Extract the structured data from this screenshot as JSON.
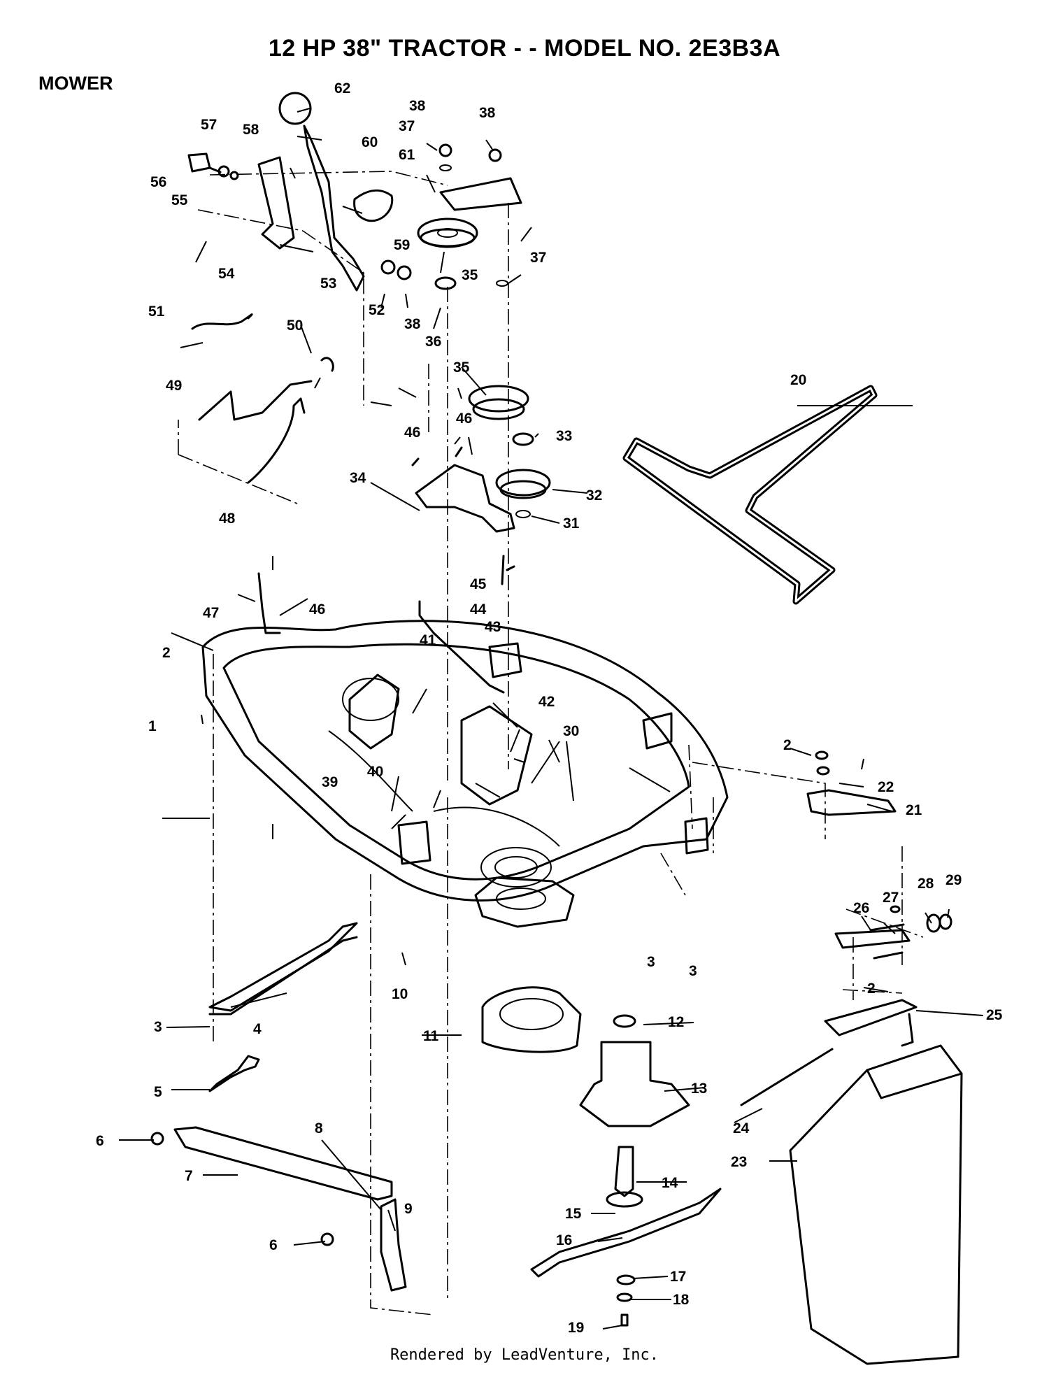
{
  "header": {
    "title": "12 HP 38\" TRACTOR - - MODEL NO.  2E3B3A",
    "section": "MOWER"
  },
  "footer": {
    "credit": "Rendered by LeadVenture, Inc."
  },
  "callouts": [
    "1",
    "2",
    "3",
    "4",
    "5",
    "6",
    "7",
    "8",
    "9",
    "10",
    "11",
    "12",
    "13",
    "14",
    "15",
    "16",
    "17",
    "18",
    "19",
    "20",
    "21",
    "22",
    "23",
    "24",
    "25",
    "26",
    "27",
    "28",
    "29",
    "30",
    "31",
    "32",
    "33",
    "34",
    "35",
    "36",
    "37",
    "38",
    "39",
    "40",
    "41",
    "42",
    "43",
    "44",
    "45",
    "46",
    "47",
    "48",
    "49",
    "50",
    "51",
    "52",
    "53",
    "54",
    "55",
    "56",
    "57",
    "58",
    "59",
    "60",
    "61",
    "62"
  ]
}
